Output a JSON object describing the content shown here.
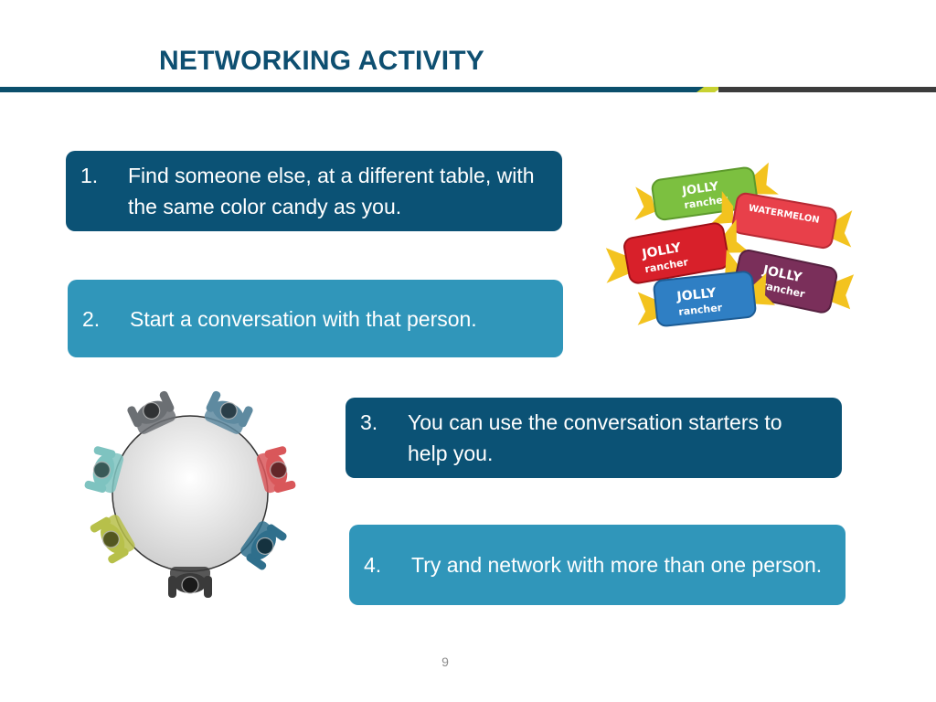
{
  "header": {
    "title": "NETWORKING ACTIVITY"
  },
  "steps": [
    {
      "number": "1.",
      "text": "Find someone else, at a different table, with the same color candy as you."
    },
    {
      "number": "2.",
      "text": "Start a conversation with that person."
    },
    {
      "number": "3.",
      "text": "You can use the conversation starters to help you."
    },
    {
      "number": "4.",
      "text": "Try and network with more than one person."
    }
  ],
  "candy": {
    "brand_top": "JOLLY",
    "brand_bottom": "rancher",
    "flavor_label": "WATERMELON",
    "colors": [
      "#7cc040",
      "#e8404a",
      "#d8202a",
      "#2f7fc4",
      "#7a2f5a"
    ]
  },
  "diagram": {
    "seat_colors": [
      "#6b6f73",
      "#5e8aa0",
      "#d9575a",
      "#2f6f8c",
      "#3a3a3a",
      "#b7c04a",
      "#7ec3c0"
    ]
  },
  "colors": {
    "title": "#0e4f71",
    "box_dark": "#0b5275",
    "box_light": "#3096ba",
    "rule_main": "#0b4f6c",
    "rule_accent": "#c8d232",
    "rule_end": "#3c3c3c"
  },
  "footer": {
    "page_number": "9"
  }
}
